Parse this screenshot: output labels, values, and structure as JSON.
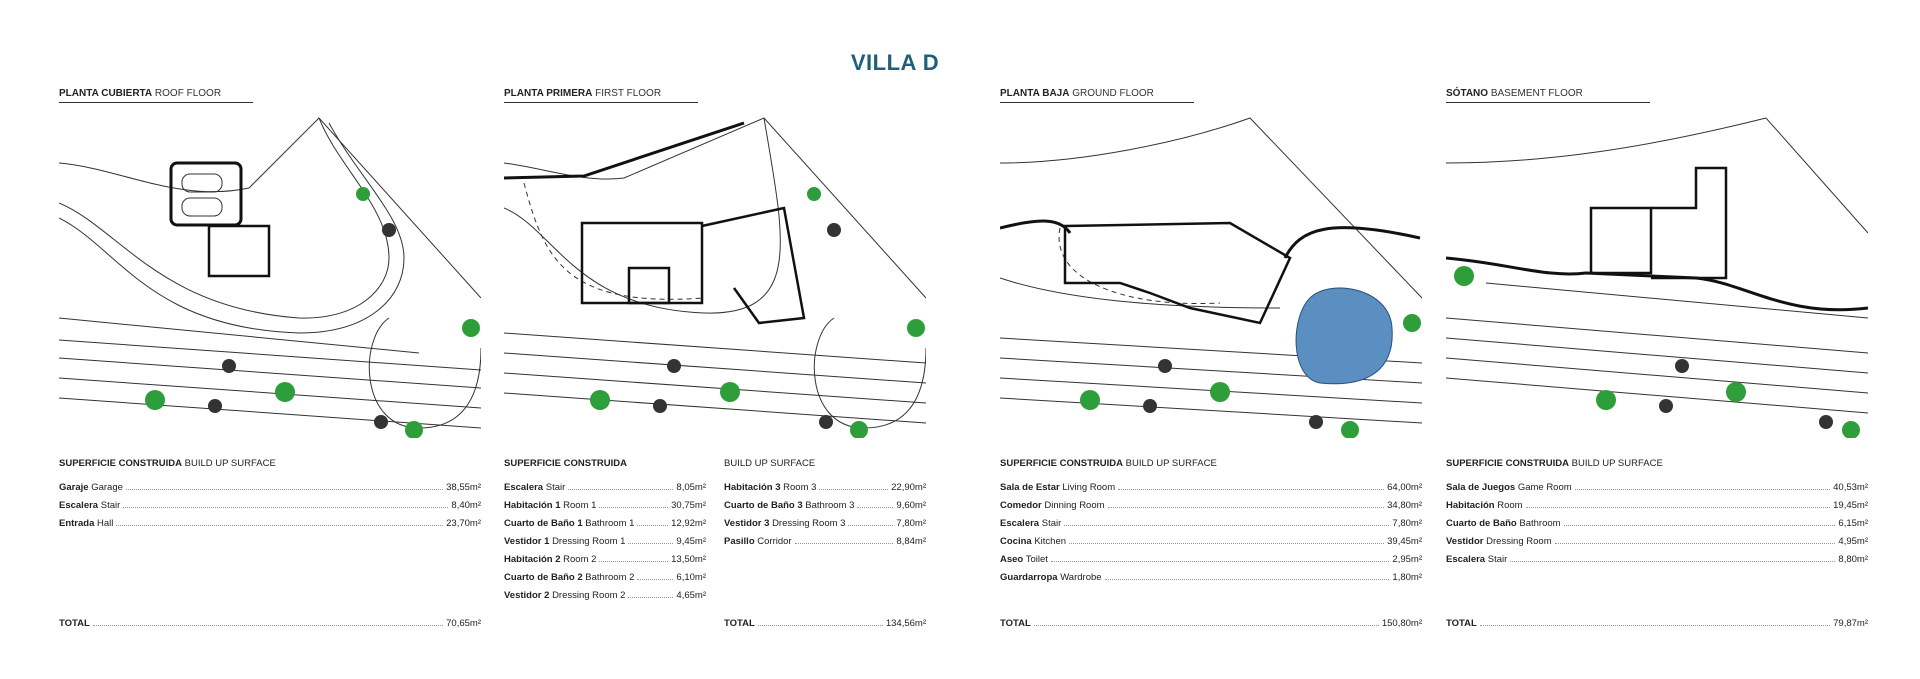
{
  "title": "VILLA D",
  "panels": [
    {
      "label_es": "PLANTA CUBIERTA",
      "label_en": "ROOF FLOOR",
      "table_header_es": "SUPERFICIE CONSTRUIDA",
      "table_header_en": "BUILD UP SURFACE",
      "rows": [
        {
          "es": "Garaje",
          "en": "Garage",
          "val": "38,55m²"
        },
        {
          "es": "Escalera",
          "en": "Stair",
          "val": "8,40m²"
        },
        {
          "es": "Entrada",
          "en": "Hall",
          "val": "23,70m²"
        }
      ],
      "total_label": "TOTAL",
      "total": "70,65m²"
    },
    {
      "label_es": "PLANTA PRIMERA",
      "label_en": "FIRST FLOOR",
      "table_header_es": "SUPERFICIE CONSTRUIDA",
      "table_header_en2": "BUILD UP SURFACE",
      "rows_left": [
        {
          "es": "Escalera",
          "en": "Stair",
          "val": "8,05m²"
        },
        {
          "es": "Habitación 1",
          "en": "Room 1",
          "val": "30,75m²"
        },
        {
          "es": "Cuarto de Baño 1",
          "en": "Bathroom 1",
          "val": "12,92m²"
        },
        {
          "es": "Vestidor 1",
          "en": "Dressing Room 1",
          "val": "9,45m²"
        },
        {
          "es": "Habitación 2",
          "en": "Room 2",
          "val": "13,50m²"
        },
        {
          "es": "Cuarto de Baño 2",
          "en": "Bathroom 2",
          "val": "6,10m²"
        },
        {
          "es": "Vestidor 2",
          "en": "Dressing Room 2",
          "val": "4,65m²"
        }
      ],
      "rows_right": [
        {
          "es": "Habitación 3",
          "en": "Room 3",
          "val": "22,90m²"
        },
        {
          "es": "Cuarto de Baño 3",
          "en": "Bathroom 3",
          "val": "9,60m²"
        },
        {
          "es": "Vestidor 3",
          "en": "Dressing Room 3",
          "val": "7,80m²"
        },
        {
          "es": "Pasillo",
          "en": "Corridor",
          "val": "8,84m²"
        }
      ],
      "total_label": "TOTAL",
      "total": "134,56m²"
    },
    {
      "label_es": "PLANTA BAJA",
      "label_en": "GROUND FLOOR",
      "table_header_es": "SUPERFICIE CONSTRUIDA",
      "table_header_en": "BUILD UP SURFACE",
      "rows": [
        {
          "es": "Sala de Estar",
          "en": "Living Room",
          "val": "64,00m²"
        },
        {
          "es": "Comedor",
          "en": "Dinning Room",
          "val": "34,80m²"
        },
        {
          "es": "Escalera",
          "en": "Stair",
          "val": "7,80m²"
        },
        {
          "es": "Cocina",
          "en": "Kitchen",
          "val": "39,45m²"
        },
        {
          "es": "Aseo",
          "en": "Toilet",
          "val": "2,95m²"
        },
        {
          "es": "Guardarropa",
          "en": "Wardrobe",
          "val": "1,80m²"
        }
      ],
      "total_label": "TOTAL",
      "total": "150,80m²"
    },
    {
      "label_es": "SÓTANO",
      "label_en": "BASEMENT FLOOR",
      "table_header_es": "SUPERFICIE CONSTRUIDA",
      "table_header_en": "BUILD UP SURFACE",
      "rows": [
        {
          "es": "Sala de Juegos",
          "en": "Game Room",
          "val": "40,53m²"
        },
        {
          "es": "Habitación",
          "en": "Room",
          "val": "19,45m²"
        },
        {
          "es": "Cuarto de Baño",
          "en": "Bathroom",
          "val": "6,15m²"
        },
        {
          "es": "Vestidor",
          "en": "Dressing Room",
          "val": "4,95m²"
        },
        {
          "es": "Escalera",
          "en": "Stair",
          "val": "8,80m²"
        }
      ],
      "total_label": "TOTAL",
      "total": "79,87m²"
    }
  ],
  "colors": {
    "title": "#1f5f7a",
    "pool": "#5b8fc2",
    "tree": "#2e9e3a"
  }
}
